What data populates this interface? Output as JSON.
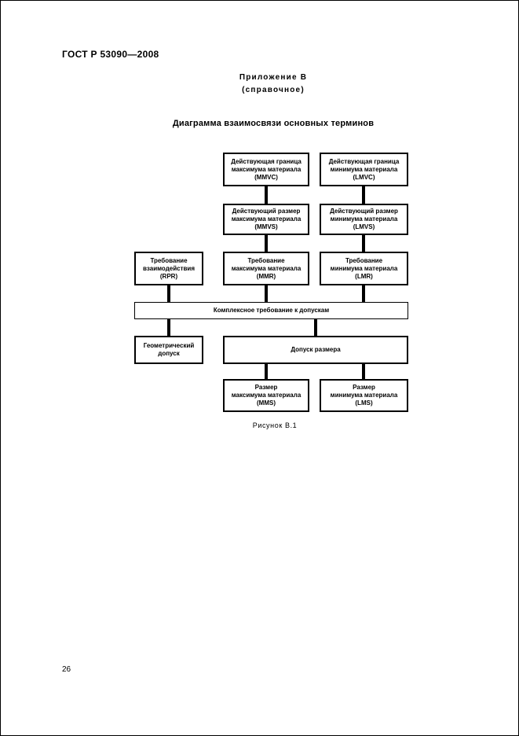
{
  "page": {
    "doc_number": "ГОСТ Р 53090—2008",
    "appendix_title": "Приложение В",
    "appendix_subtitle": "(справочное)",
    "section_title": "Диаграмма взаимосвязи основных терминов",
    "figure_caption": "Рисунок В.1",
    "page_number": "26"
  },
  "colors": {
    "ink": "#000000",
    "paper": "#ffffff"
  },
  "diagram": {
    "boxes": [
      {
        "id": "mmvc",
        "lines": [
          "Действующая граница",
          "максимума материала",
          "(MMVC)"
        ]
      },
      {
        "id": "lmvc",
        "lines": [
          "Действующая граница",
          "минимума материала",
          "(LMVC)"
        ]
      },
      {
        "id": "mmvs",
        "lines": [
          "Действующий размер",
          "максимума материала",
          "(MMVS)"
        ]
      },
      {
        "id": "lmvs",
        "lines": [
          "Действующий размер",
          "минимума материала",
          "(LMVS)"
        ]
      },
      {
        "id": "rpr",
        "lines": [
          "Требование",
          "взаимодействия",
          "(RPR)"
        ]
      },
      {
        "id": "mmr",
        "lines": [
          "Требование",
          "максимума материала",
          "(MMR)"
        ]
      },
      {
        "id": "lmr",
        "lines": [
          "Требование",
          "минимума материала",
          "(LMR)"
        ]
      },
      {
        "id": "complex_requirement",
        "lines": [
          "Комплексное требование к допускам"
        ]
      },
      {
        "id": "geometric_tolerance",
        "lines": [
          "Геометрический",
          "допуск"
        ]
      },
      {
        "id": "size_tolerance",
        "lines": [
          "Допуск размера"
        ]
      },
      {
        "id": "mms",
        "lines": [
          "Размер",
          "максимума материала",
          "(MMS)"
        ]
      },
      {
        "id": "lms",
        "lines": [
          "Размер",
          "минимума материала",
          "(LMS)"
        ]
      }
    ]
  }
}
